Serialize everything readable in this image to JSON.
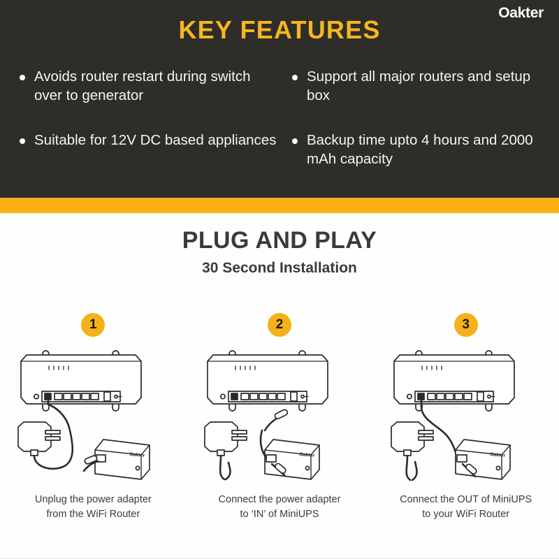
{
  "brand": {
    "name": "Oakter"
  },
  "features": {
    "title": "KEY FEATURES",
    "bullet_icon": "bullet-dot-icon",
    "items": [
      {
        "text": "Avoids router restart during switch over to generator"
      },
      {
        "text": "Support all major routers and setup box"
      },
      {
        "text": "Suitable for 12V DC based appliances"
      },
      {
        "text": "Backup time upto 4 hours and 2000 mAh capacity"
      }
    ]
  },
  "plug_and_play": {
    "title": "PLUG AND PLAY",
    "subtitle": "30 Second Installation",
    "steps": [
      {
        "number": "1",
        "caption": "Unplug the power adapter\nfrom the WiFi Router",
        "art": "router-adapter-unplugged-illustration",
        "device_label": "Oakter"
      },
      {
        "number": "2",
        "caption": "Connect the power adapter\nto ‘IN’ of MiniUPS",
        "art": "adapter-to-miniups-in-illustration",
        "device_label": "Oakter"
      },
      {
        "number": "3",
        "caption": "Connect the OUT of  MiniUPS\nto your WiFi Router",
        "art": "miniups-out-to-router-illustration",
        "device_label": "Oakter"
      }
    ]
  },
  "colors": {
    "dark_panel": "#2E2D29",
    "accent_amber": "#FBB016",
    "title_gold": "#F5B71D",
    "text_light": "#F4F4F2",
    "text_dark": "#3A3A38",
    "page_background": "#FEFEFE"
  }
}
